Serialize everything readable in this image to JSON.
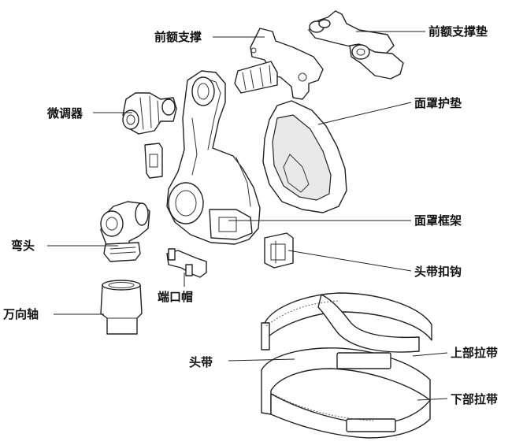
{
  "labels": {
    "forehead_support": "前额支撑",
    "forehead_pad": "前额支撑垫",
    "adjuster": "微调器",
    "cushion": "面罩护垫",
    "elbow": "弯头",
    "swivel": "万向轴",
    "port_cap": "端口帽",
    "frame": "面罩框架",
    "headgear_clip": "头带扣钩",
    "headgear": "头带",
    "upper_strap": "上部拉带",
    "lower_strap": "下部拉带"
  }
}
